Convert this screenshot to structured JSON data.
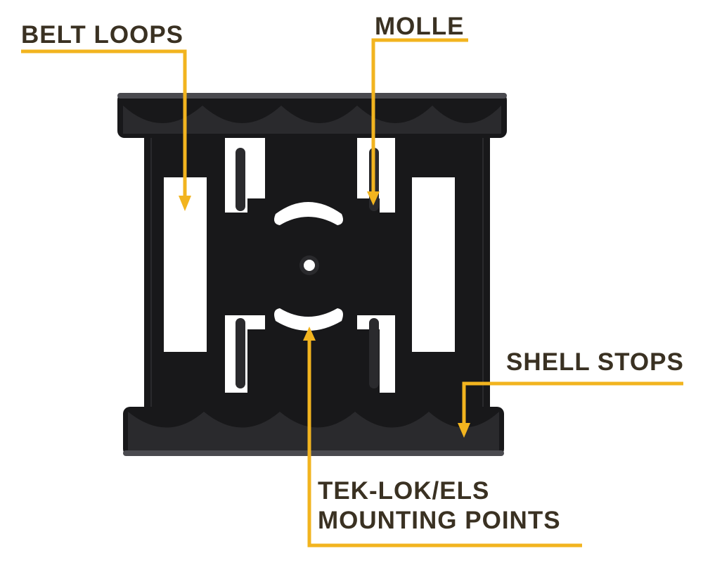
{
  "colors": {
    "label_text": "#3a3122",
    "callout_accent": "#f2b41f",
    "holster_body": "#18181a",
    "holster_shade": "#2a2a2d",
    "holster_highlight": "#4a4a4f",
    "background": "#ffffff"
  },
  "callouts": {
    "belt_loops": {
      "label": "BELT LOOPS"
    },
    "molle": {
      "label": "MOLLE"
    },
    "shell_stops": {
      "label": "SHELL STOPS"
    },
    "tek_lok": {
      "line1": "TEK-LOK/ELS",
      "line2": "MOUNTING POINTS"
    }
  }
}
